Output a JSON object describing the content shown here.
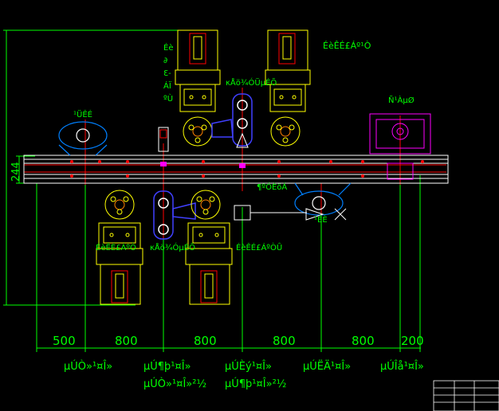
{
  "drawing": {
    "dimension_vertical": "244",
    "dimensions_horizontal": [
      "500",
      "800",
      "800",
      "800",
      "800",
      "200"
    ],
    "labels": {
      "top_right_motor": "ÉèÊÉ£­Áº¹Ò",
      "top_left_vertical": [
        "Éè",
        "∂",
        "Ɛ-",
        "ÁÏ",
        "ºÙ"
      ],
      "mid_top_part": "κÅö¾ÓÜµÉÕ",
      "left_camera": "¹ÜÊÉ",
      "right_unit": "Ñ¹ÀµØ",
      "arrow_unit": "¶ºÓÈöÁ",
      "lower_right_bracket": "¹ÉÈ",
      "lower_left_motor": "ÉèÊÉ£­ÁºÒ",
      "lower_mid_part": "κÅö¾ÓµÉÕ",
      "lower_right_motor": "ÉèÊÉ£­ÁºÒÛ"
    },
    "station_labels": [
      "µÚÒ»¹¤Î»",
      "µÚ¶þ¹¤Î»",
      "µÚÈý¹¤Î»",
      "µÚËÄ¹¤Î»",
      "µÚÎå¹¤Î»"
    ],
    "station_labels_line2": [
      "µÚÒ»¹¤Î»²½",
      "µÚ¶þ¹¤Î»²½"
    ],
    "colors": {
      "background": "#000000",
      "dimension": "#00ff00",
      "machine": "#ffff00",
      "conveyor": "#ffffff",
      "motor": "#4040ff",
      "accent": "#ff00ff",
      "guide": "#ff0000",
      "camera": "#0080ff"
    }
  }
}
